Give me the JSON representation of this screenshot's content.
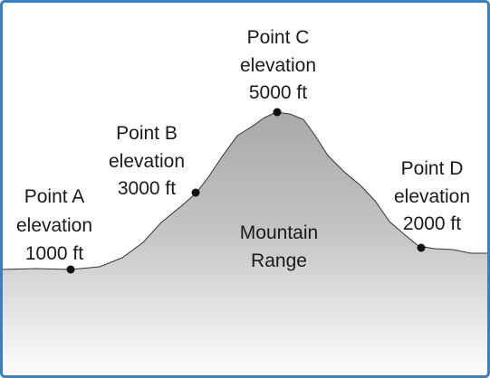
{
  "diagram": {
    "region_label": [
      "Mountain",
      "Range"
    ],
    "points": [
      {
        "name": "Point A",
        "elevation_label": "elevation",
        "elevation": "1000 ft"
      },
      {
        "name": "Point B",
        "elevation_label": "elevation",
        "elevation": "3000 ft"
      },
      {
        "name": "Point C",
        "elevation_label": "elevation",
        "elevation": "5000 ft"
      },
      {
        "name": "Point D",
        "elevation_label": "elevation",
        "elevation": "2000 ft"
      }
    ],
    "colors": {
      "mountain_top": "#a9a9a9",
      "mountain_bottom": "#ffffff",
      "border": "#3a7fc0",
      "outline": "#222222"
    }
  }
}
